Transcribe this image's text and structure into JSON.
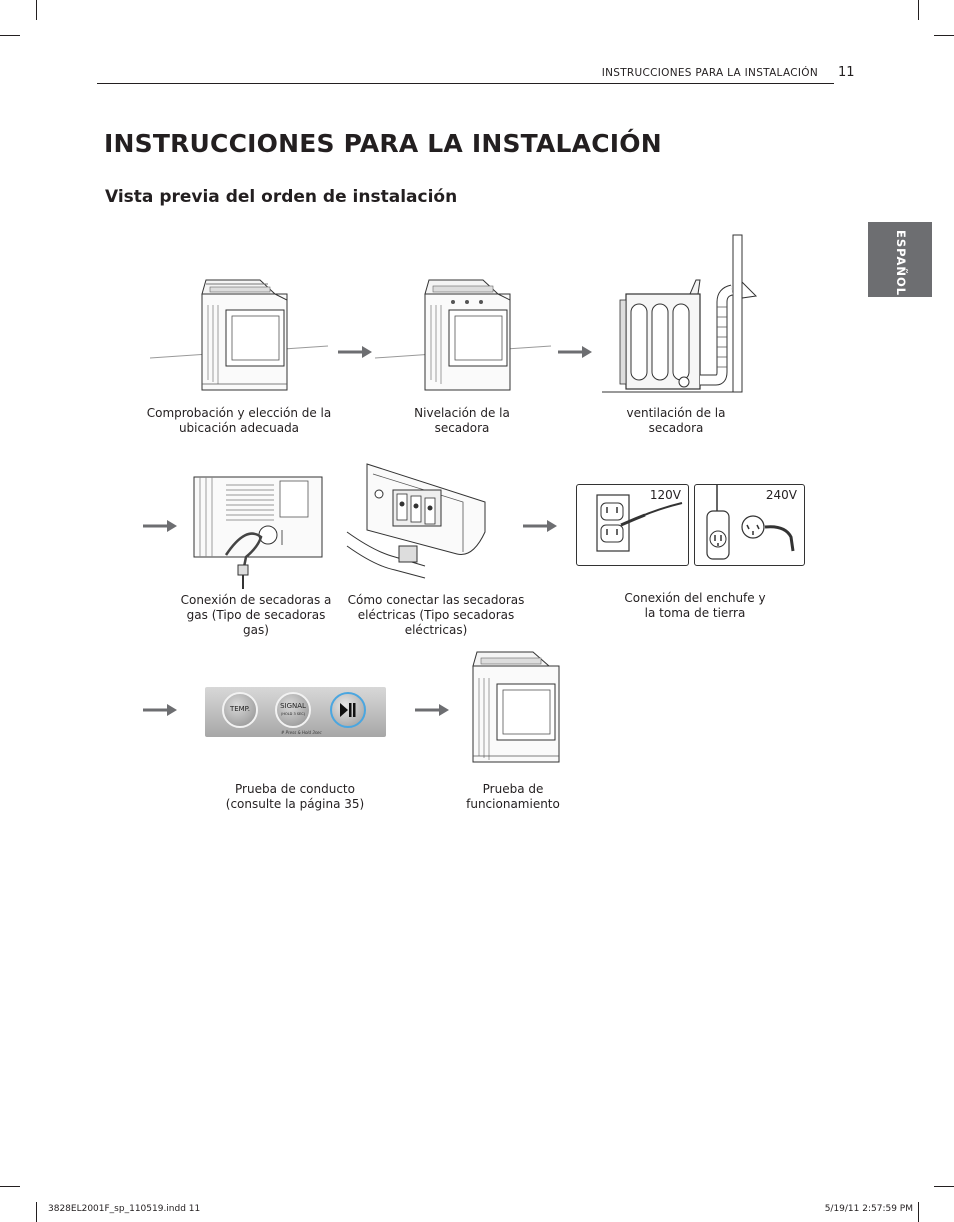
{
  "header": {
    "running_head": "INSTRUCCIONES PARA LA INSTALACIÓN",
    "page_number": "11"
  },
  "title": "INSTRUCCIONES PARA LA INSTALACIÓN",
  "section_title": "Vista previa del orden de instalación",
  "language_tab": "ESPAÑOL",
  "steps": [
    {
      "caption": "Comprobación y elección de la ubicación adecuada"
    },
    {
      "caption": "Nivelación de la secadora"
    },
    {
      "caption": "ventilación de la secadora"
    },
    {
      "caption": "Conexión de secadoras a gas (Tipo de secadoras gas)"
    },
    {
      "caption": "Cómo conectar las secadoras eléctricas (Tipo secadoras eléctricas)"
    },
    {
      "caption": "Conexión del enchufe y la toma de tierra"
    },
    {
      "caption": "Prueba de conducto (consulte la página 35)"
    },
    {
      "caption": "Prueba de funcionamiento"
    }
  ],
  "power": {
    "label_120": "120V",
    "label_240": "240V"
  },
  "control_panel": {
    "temp": "TEMP.",
    "signal": "SIGNAL",
    "signal_sub": "(HOLD 3 SEC)",
    "note": "# Press & Hold 3sec"
  },
  "footer": {
    "file": "3828EL2001F_sp_110519.indd   11",
    "timestamp": "5/19/11   2:57:59 PM"
  }
}
